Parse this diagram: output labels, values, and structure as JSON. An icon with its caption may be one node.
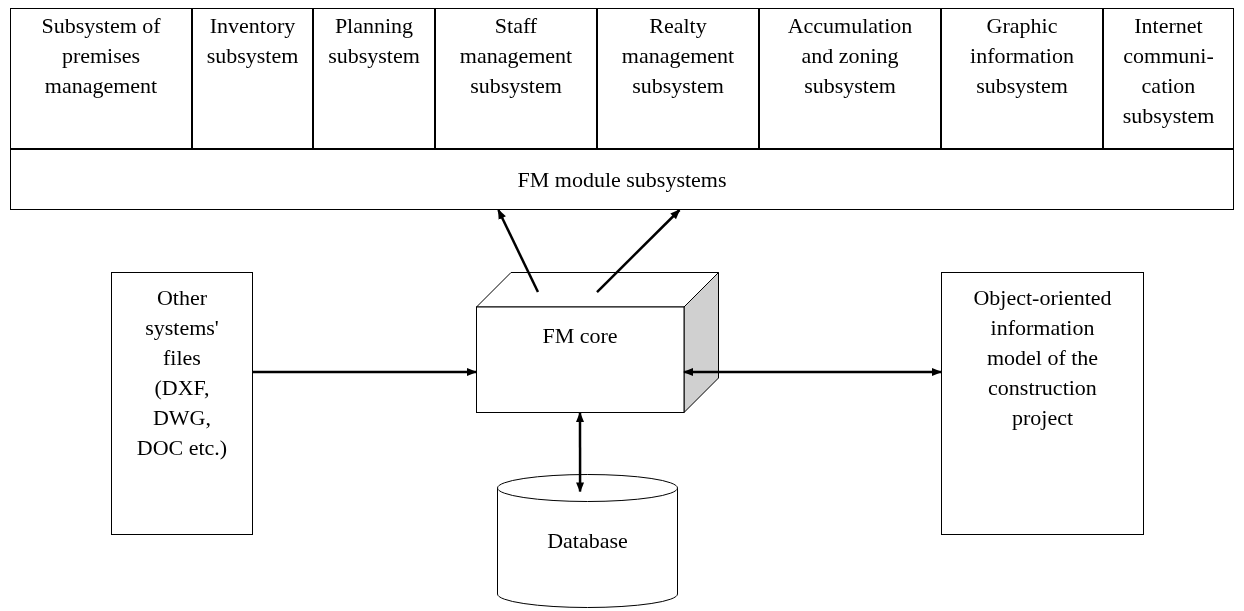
{
  "diagram": {
    "nodes": [
      {
        "text": [
          "Subsystem of premises management"
        ]
      },
      {
        "text": [
          "Inventory subsystem"
        ]
      },
      {
        "text": [
          "Planning subsystem"
        ]
      },
      {
        "text": [
          "Staff management subsystem"
        ]
      },
      {
        "text": [
          "Realty management subsystem"
        ]
      },
      {
        "text": [
          "Accumulation and zoning subsystem"
        ]
      },
      {
        "text": [
          "Graphic information subsystem"
        ]
      },
      {
        "text": [
          "Internet communi-cation subsystem"
        ]
      },
      {
        "text": [
          "FM module subsystems"
        ]
      },
      {
        "text": [
          "Other systems' files (DXF, DWG, DOC etc.)"
        ]
      },
      {
        "text": [
          "FM core"
        ]
      },
      {
        "text": [
          "Object-oriented information model of the construction project"
        ]
      },
      {
        "text": [
          "Database"
        ]
      }
    ],
    "edges": [
      {
        "from": 10,
        "to": 8,
        "arrow": "to"
      },
      {
        "from": 10,
        "to": 8,
        "arrow": "to"
      },
      {
        "from": 9,
        "to": 10,
        "arrow": "to"
      },
      {
        "from": 10,
        "to": 11,
        "arrow": "both"
      },
      {
        "from": 10,
        "to": 12,
        "arrow": "both"
      }
    ]
  }
}
